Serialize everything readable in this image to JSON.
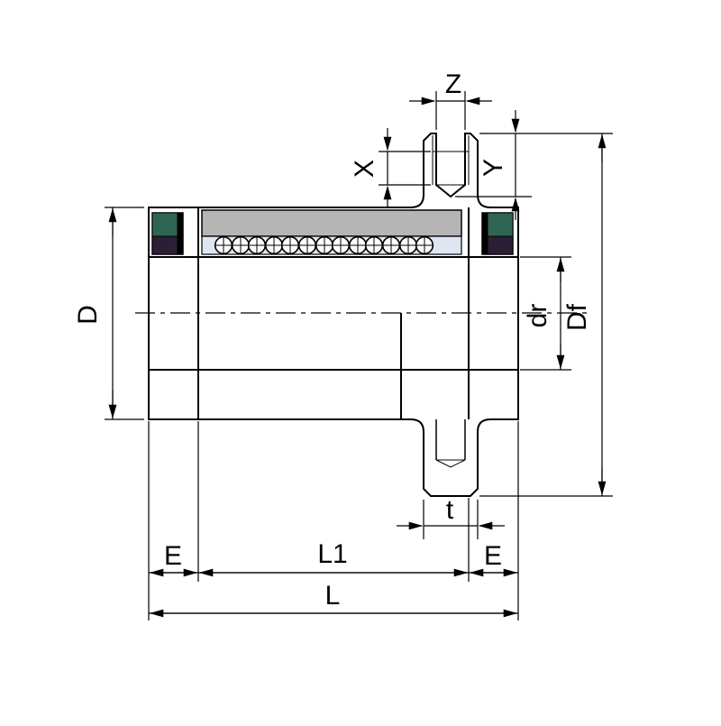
{
  "drawing": {
    "title": "Flanged linear ball bearing cross-section",
    "labels": {
      "z": "Z",
      "x": "X",
      "y": "Y",
      "d": "D",
      "dr": "dr",
      "df": "Df",
      "t": "t",
      "e_left": "E",
      "l1": "L1",
      "e_right": "E",
      "l": "L"
    },
    "colors": {
      "line": "#000000",
      "background": "#ffffff",
      "sleeve_gray": "#b5b5b5",
      "ball_track_tint": "#dde6f2",
      "seal_green": "#2f6653",
      "seal_dark": "#2c1f35"
    }
  }
}
